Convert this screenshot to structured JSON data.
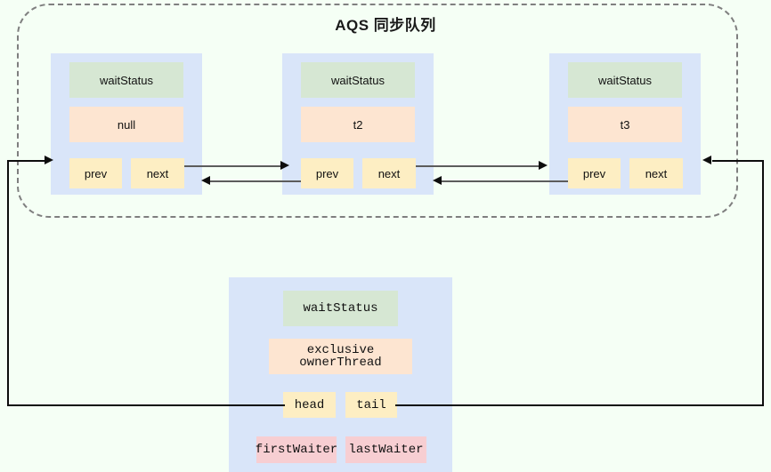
{
  "diagram": {
    "title": "AQS 同步队列",
    "background_color": "#f5fff5",
    "node_fill": "#d9e5f9",
    "green_fill": "#d6e7d3",
    "peach_fill": "#fde5d1",
    "yellow_fill": "#fdeec3",
    "pink_fill": "#f7ced2",
    "dashed_border_color": "#7f7f7f",
    "connector_color": "#5c5c5c"
  },
  "queue_nodes": [
    {
      "wait_status": "waitStatus",
      "thread": "null",
      "prev": "prev",
      "next": "next"
    },
    {
      "wait_status": "waitStatus",
      "thread": "t2",
      "prev": "prev",
      "next": "next"
    },
    {
      "wait_status": "waitStatus",
      "thread": "t3",
      "prev": "prev",
      "next": "next"
    }
  ],
  "aqs_object": {
    "wait_status": "waitStatus",
    "owner_thread": "exclusive ownerThread",
    "head": "head",
    "tail": "tail",
    "first_waiter": "firstWaiter",
    "last_waiter": "lastWaiter"
  }
}
